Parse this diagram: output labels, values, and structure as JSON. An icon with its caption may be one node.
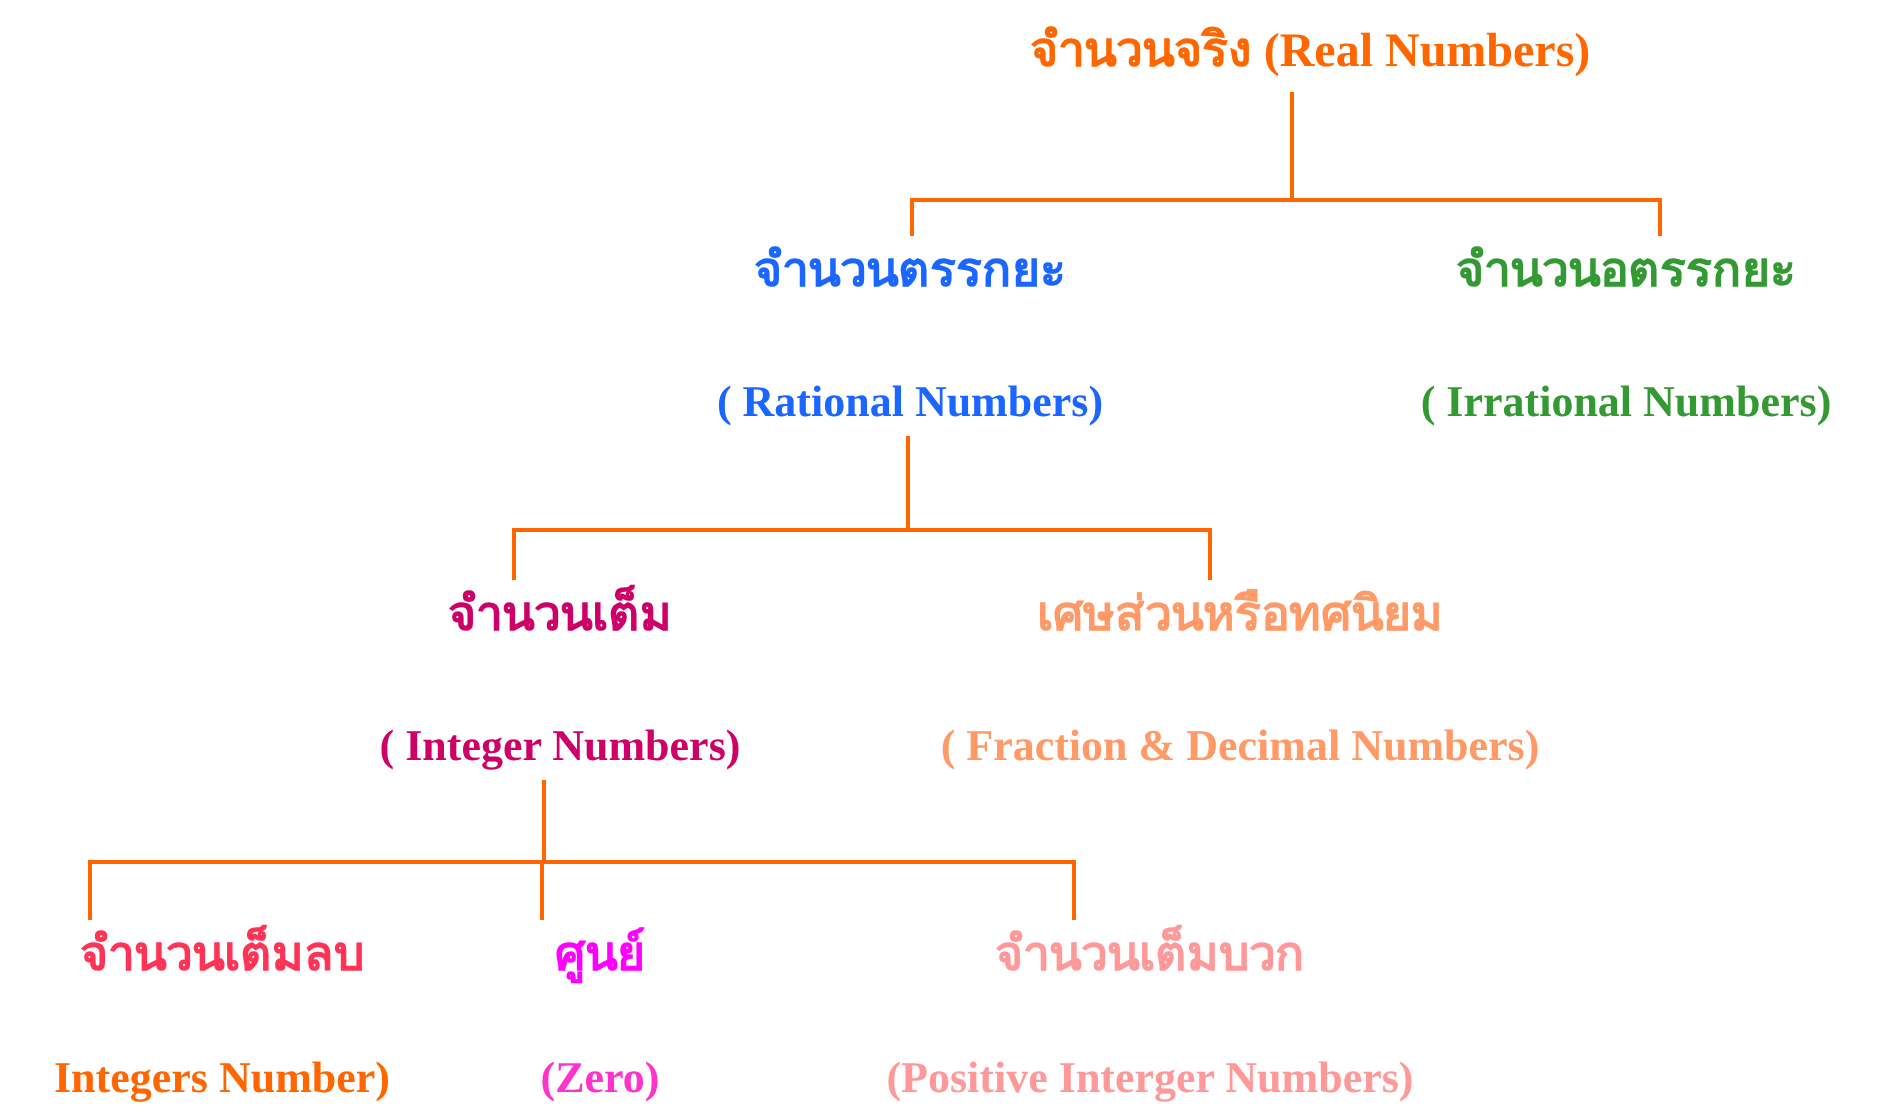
{
  "diagram": {
    "nodes": [
      {
        "text": [
          "จำนวนจริง (Real Numbers)"
        ]
      },
      {
        "text": [
          "จำนวนตรรกยะ",
          "( Rational Numbers)"
        ]
      },
      {
        "text": [
          "จำนวนอตรรกยะ",
          "( Irrational Numbers)"
        ]
      },
      {
        "text": [
          "จำนวนเต็ม",
          "( Integer Numbers)"
        ]
      },
      {
        "text": [
          "เศษส่วนหรือทศนิยม",
          "( Fraction & Decimal Numbers)"
        ]
      },
      {
        "text": [
          "จำนวนเต็มลบ",
          "Integers Number)"
        ]
      },
      {
        "text": [
          "ศูนย์",
          "(Zero)"
        ]
      },
      {
        "text": [
          "จำนวนเต็มบวก",
          "(Positive Interger Numbers)"
        ]
      }
    ],
    "edges": [
      {
        "from": 0,
        "to": 1,
        "arrow": "none"
      },
      {
        "from": 0,
        "to": 2,
        "arrow": "none"
      },
      {
        "from": 1,
        "to": 3,
        "arrow": "none"
      },
      {
        "from": 1,
        "to": 4,
        "arrow": "none"
      },
      {
        "from": 3,
        "to": 5,
        "arrow": "none"
      },
      {
        "from": 3,
        "to": 6,
        "arrow": "none"
      },
      {
        "from": 3,
        "to": 7,
        "arrow": "none"
      }
    ]
  }
}
